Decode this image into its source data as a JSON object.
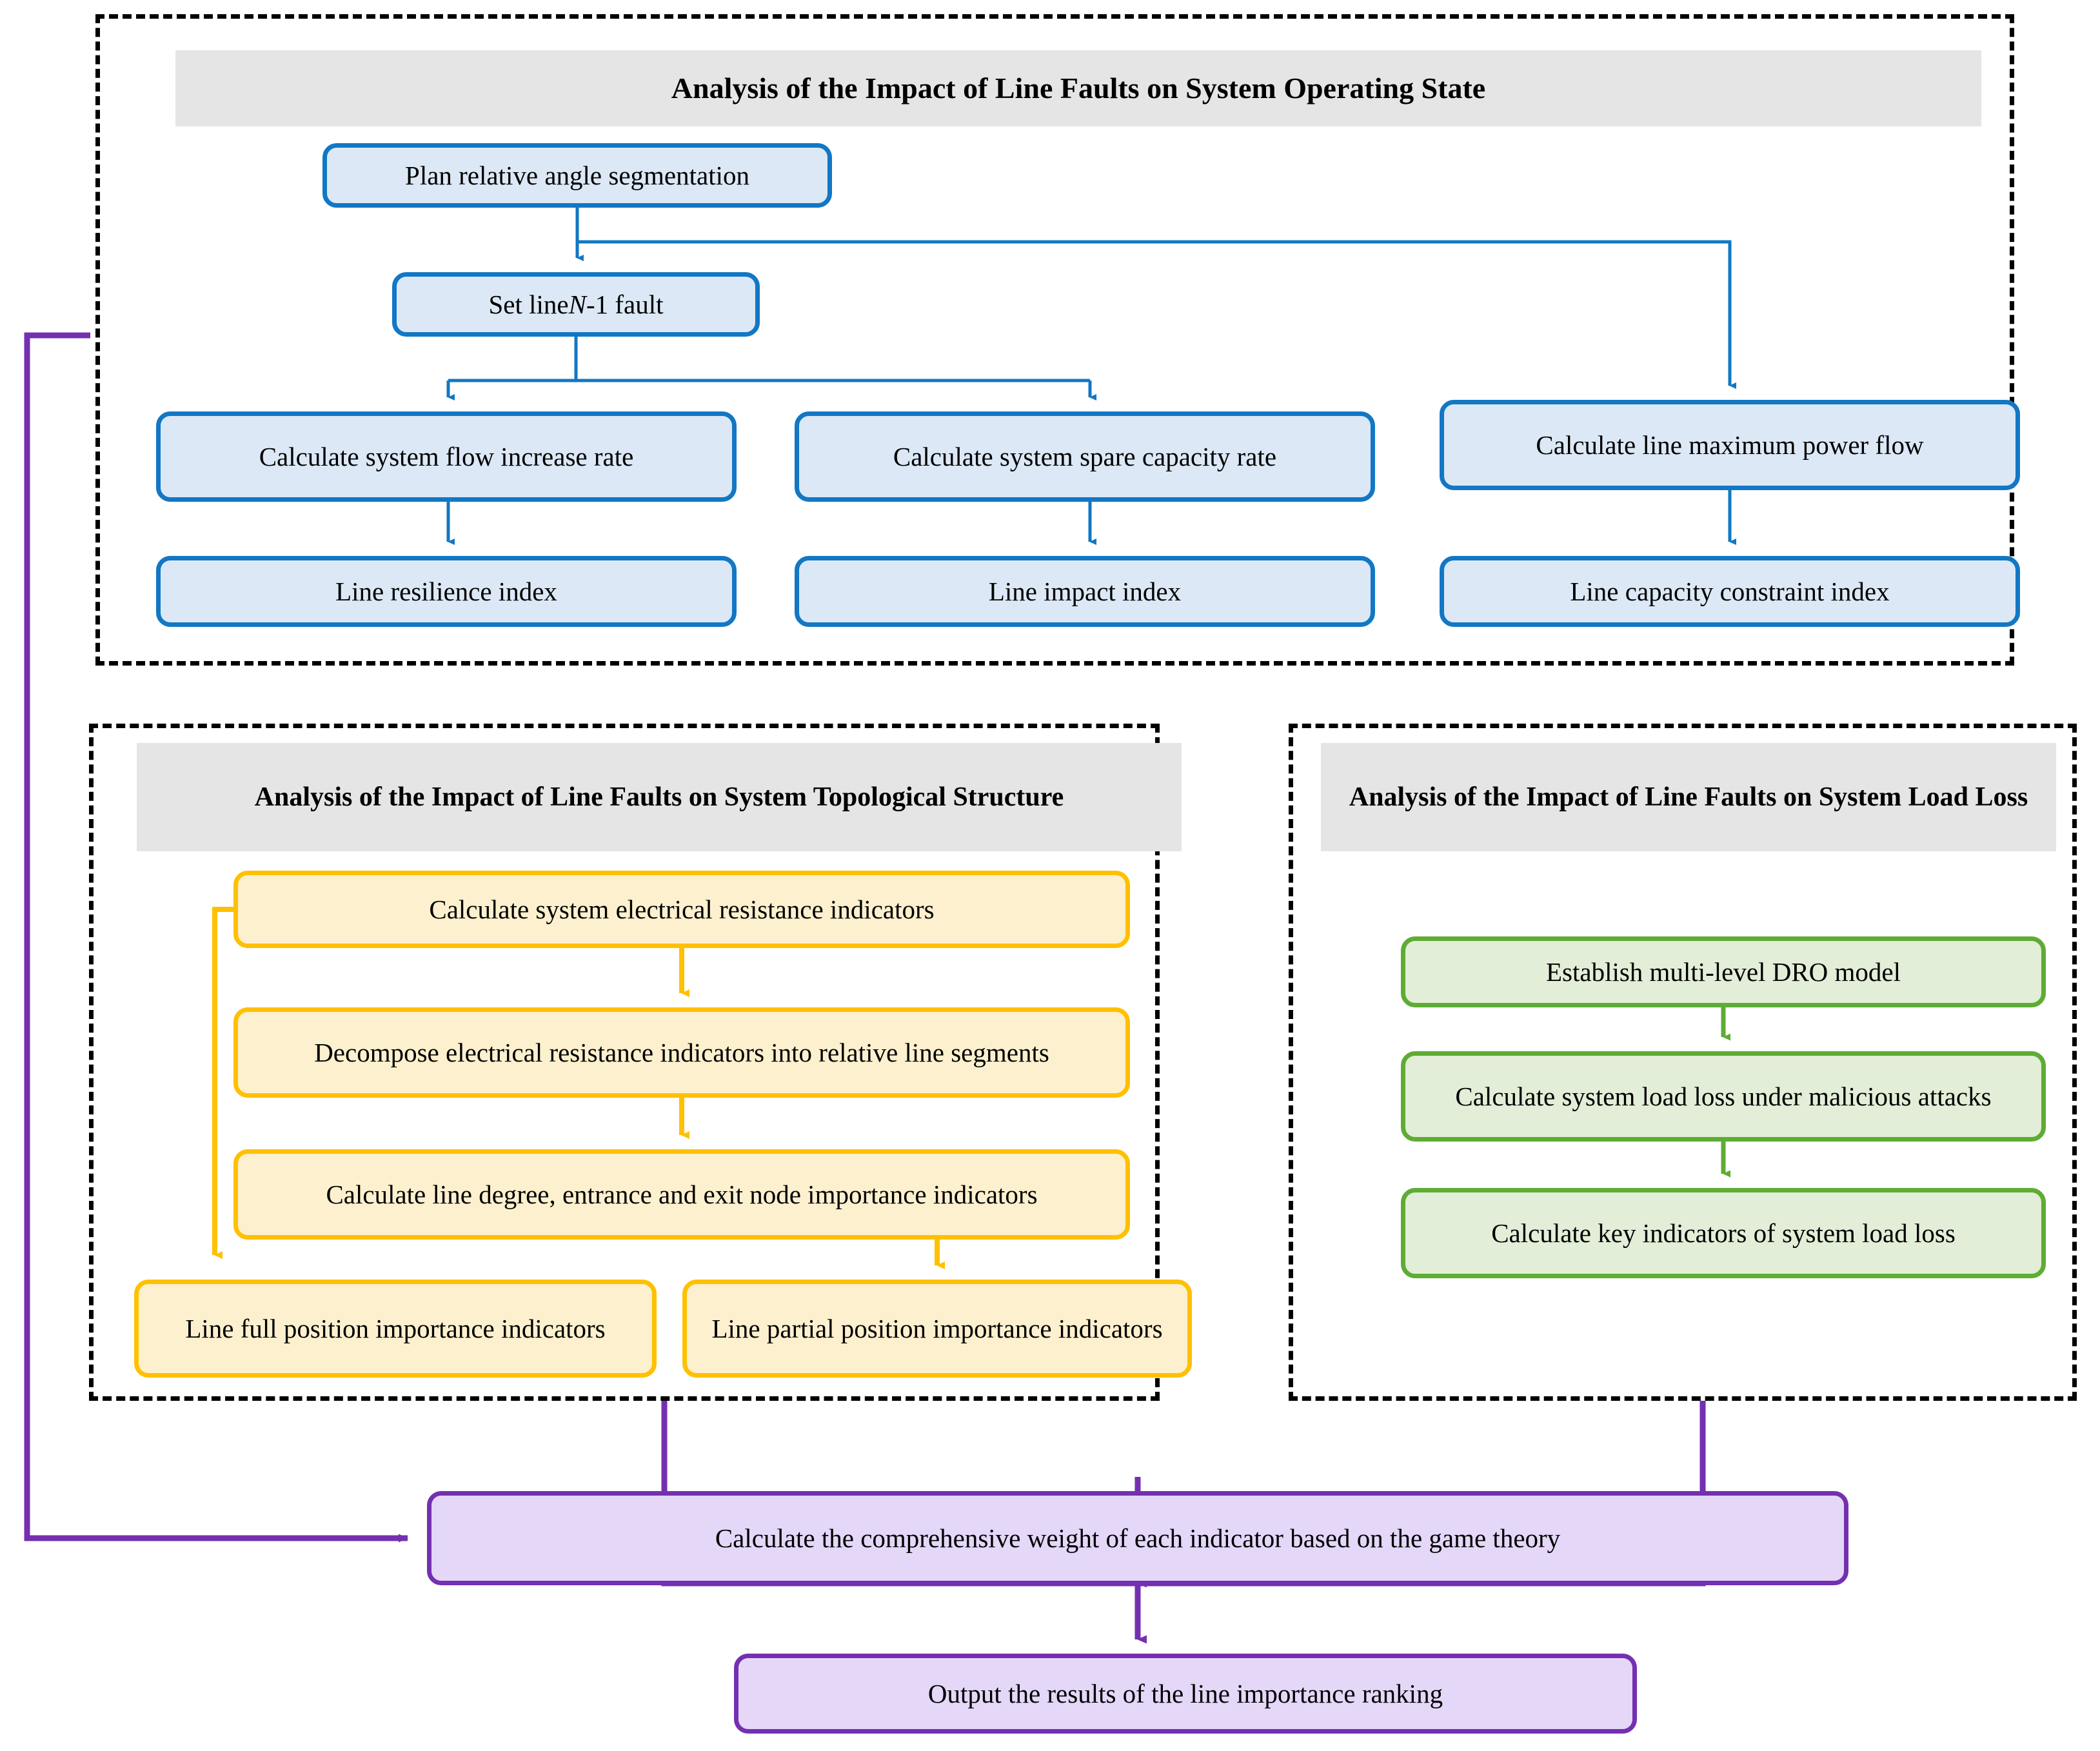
{
  "sections": {
    "operating": {
      "title": "Analysis of the Impact of Line Faults on System Operating State"
    },
    "topology": {
      "title": "Analysis of the Impact of Line Faults on System Topological Structure"
    },
    "loadloss": {
      "title": "Analysis of the Impact of Line Faults on System Load Loss"
    }
  },
  "nodes": {
    "plan_relative_angle": "Plan relative angle segmentation",
    "set_line_fault_pre": "Set line ",
    "set_line_fault_var": "N",
    "set_line_fault_post": "-1 fault",
    "calc_flow_increase_rate": "Calculate system flow increase rate",
    "calc_spare_capacity_rate": "Calculate system spare capacity rate",
    "calc_line_max_power_flow": "Calculate line maximum power flow",
    "line_resilience_index": "Line resilience index",
    "line_impact_index": "Line impact index",
    "line_capacity_constraint_index": "Line capacity constraint index",
    "calc_electrical_resistance": "Calculate system electrical resistance indicators",
    "decompose_resistance": "Decompose electrical resistance indicators into relative line segments",
    "calc_line_degree": "Calculate line degree, entrance and exit node importance indicators",
    "line_full_position": "Line full position importance indicators",
    "line_partial_position": "Line partial position importance indicators",
    "establish_dro": "Establish multi-level DRO model",
    "calc_load_loss": "Calculate system load loss under malicious attacks",
    "calc_key_indicators": "Calculate key indicators of system load loss",
    "calc_comprehensive_weight": "Calculate the comprehensive weight of each indicator based on the game theory",
    "output_ranking": "Output the results of the line importance ranking"
  },
  "colors": {
    "blue_border": "#1277c4",
    "blue_fill": "#dce8f6",
    "yellow_border": "#ffc000",
    "yellow_fill": "#fdf0ce",
    "green_border": "#5eac34",
    "green_fill": "#e2eed7",
    "purple_border": "#7430b0",
    "purple_fill": "#e4d7f8",
    "section_header_fill": "#e5e5e5",
    "group_border": "#000000"
  }
}
